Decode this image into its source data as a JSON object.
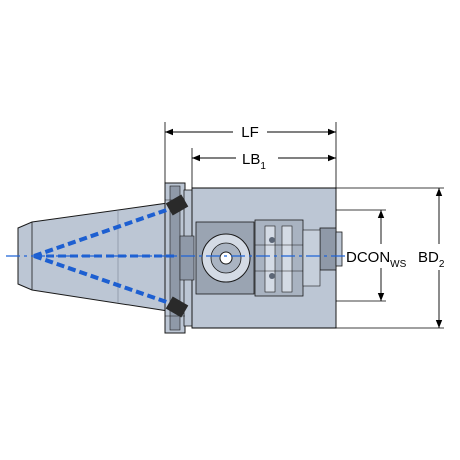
{
  "labels": {
    "lf": "LF",
    "lb_main": "LB",
    "lb_sub": "1",
    "dcon_main": "DCON",
    "dcon_sub": "WS",
    "bd_main": "BD",
    "bd_sub": "2"
  },
  "colors": {
    "body": "#bcc6d4",
    "body_dark": "#8f99a8",
    "outline": "#1a1a1a",
    "centerline": "#1f63d6",
    "coolant": "#1d5fd1",
    "dimension": "#000000"
  }
}
